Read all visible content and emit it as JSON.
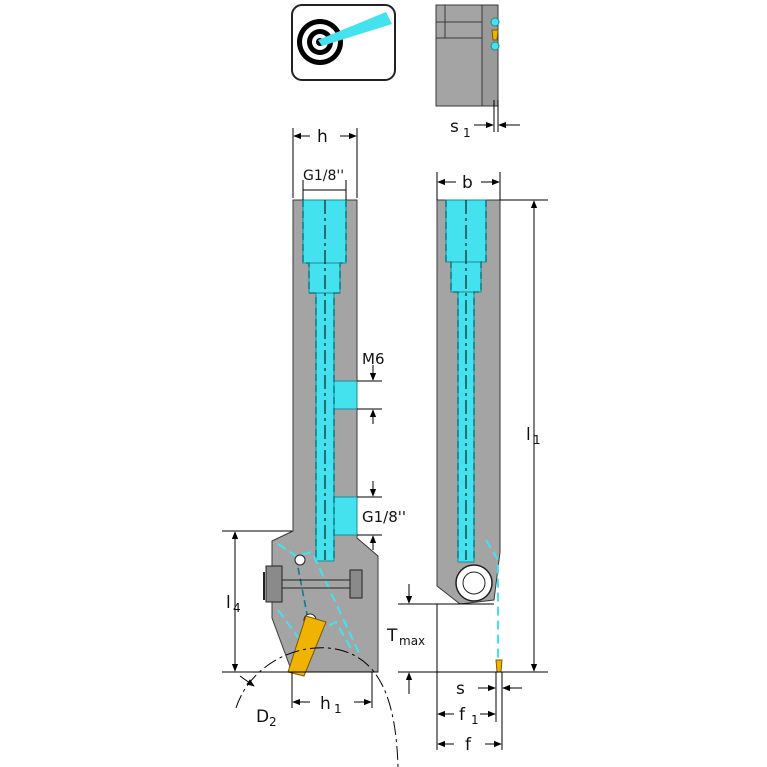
{
  "labels": {
    "h": "h",
    "g18_top": "G1/8''",
    "m6": "M6",
    "g18_side": "G1/8''",
    "l4_main": "l",
    "l4_sub": "4",
    "d2_main": "D",
    "d2_sub": "2",
    "h1_main": "h",
    "h1_sub": "1",
    "s1_main": "s",
    "s1_sub": "1",
    "b": "b",
    "l1_main": "l",
    "l1_sub": "1",
    "tmax_main": "T",
    "tmax_sub": "max",
    "s": "s",
    "f1_main": "f",
    "f1_sub": "1",
    "f": "f"
  },
  "icons": {
    "coolant_target": "coolant-target-icon"
  },
  "colors": {
    "coolant": "#43e2ee",
    "body": "#a4a4a4",
    "insert": "#f0b400"
  }
}
